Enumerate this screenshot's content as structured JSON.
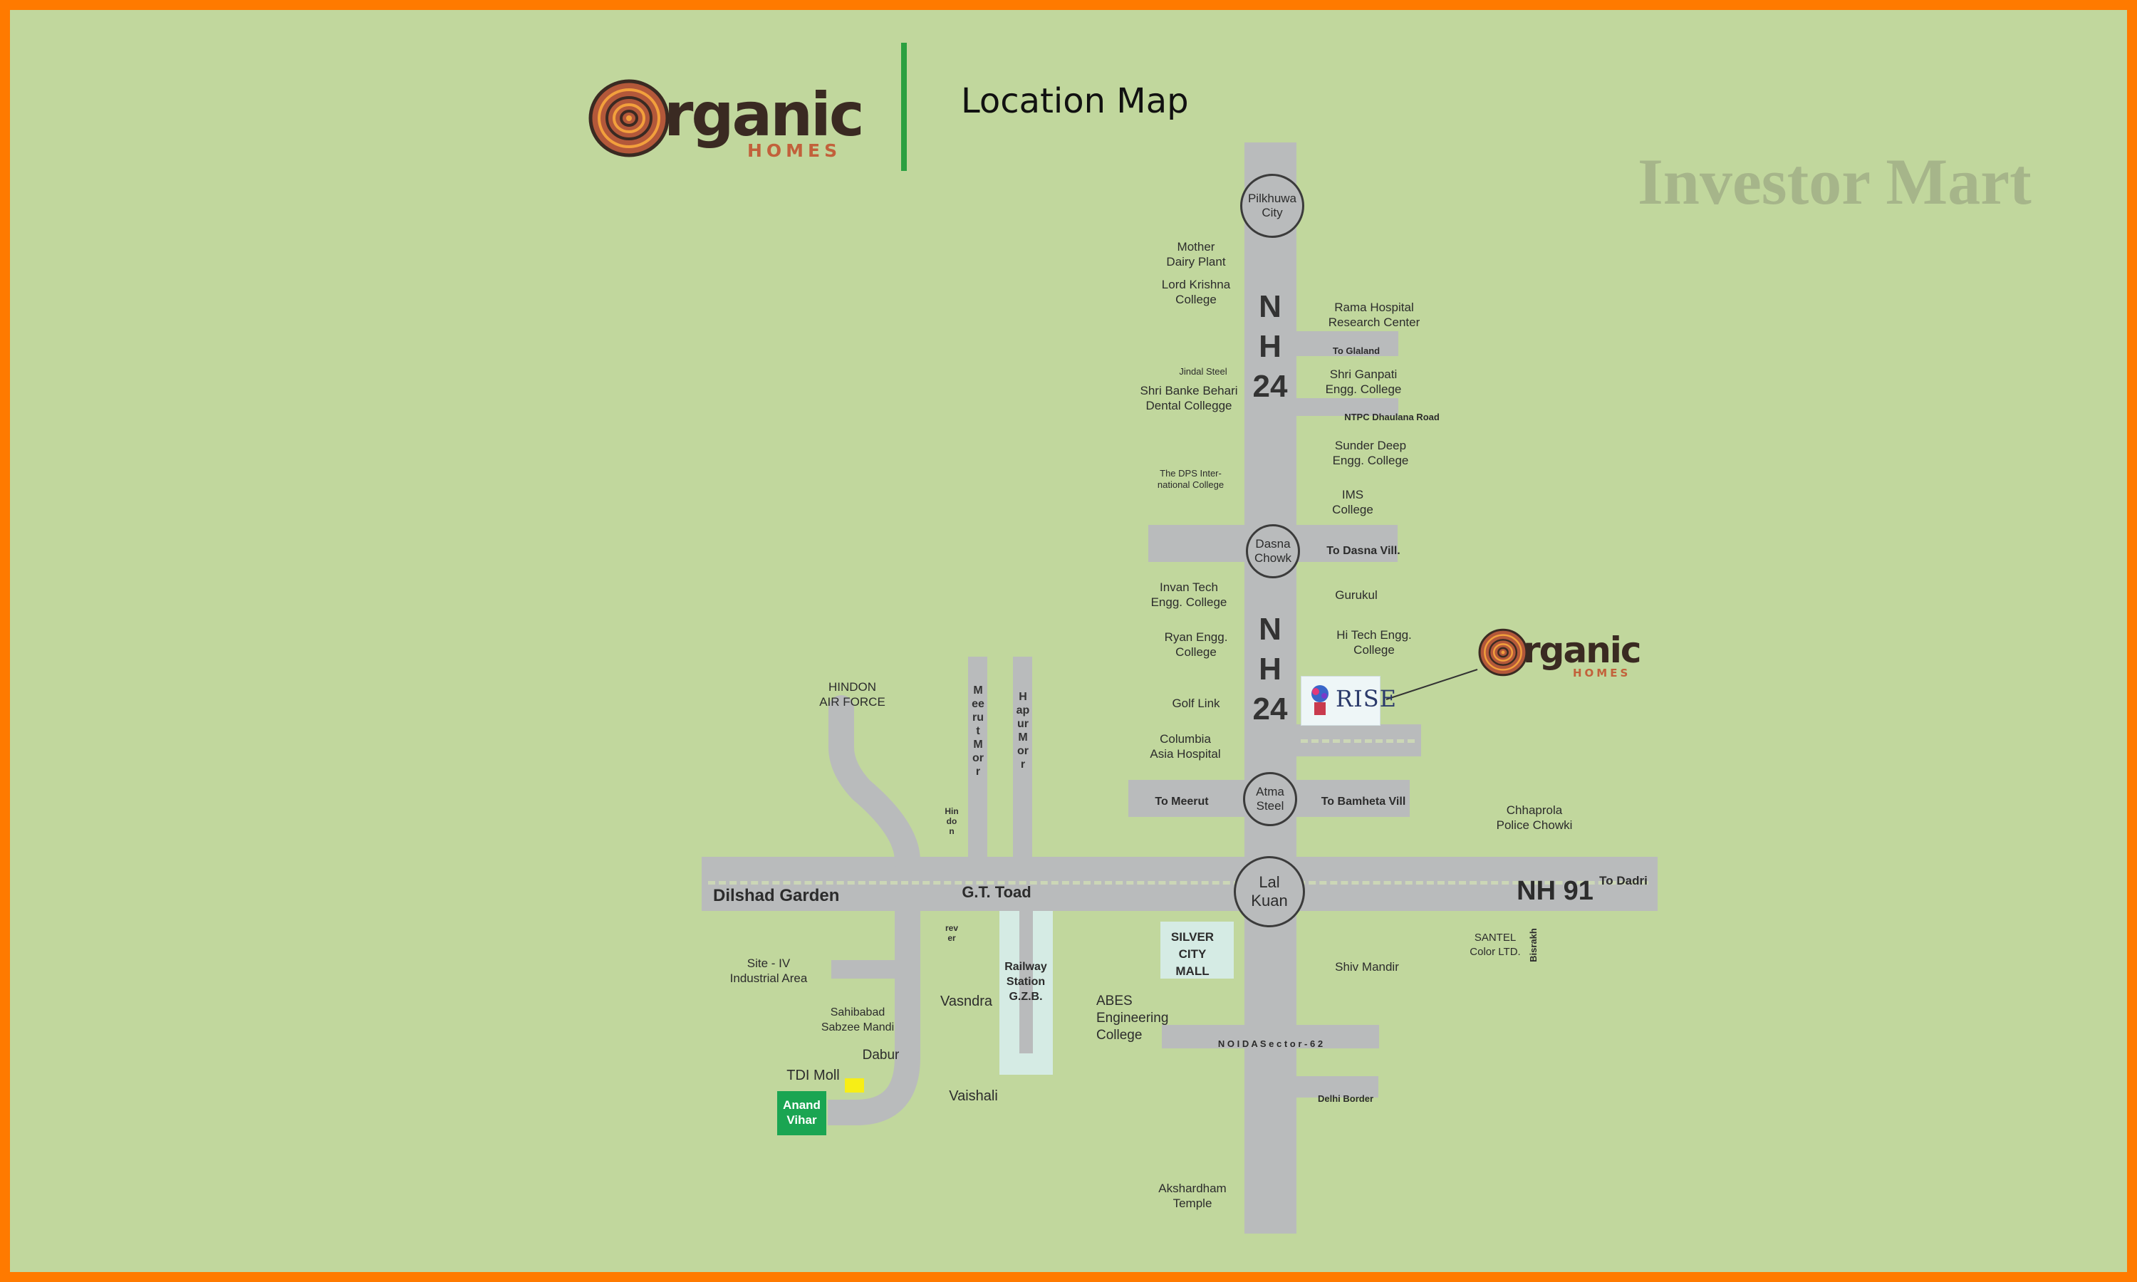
{
  "header": {
    "brand_main": "rganic",
    "brand_sub": "HOMES",
    "title": "Location Map",
    "watermark": "Investor Mart",
    "brand_color": "#9b4a2c",
    "divider_color": "#2aa040"
  },
  "project_tag": {
    "brand_main": "rganic",
    "brand_sub": "HOMES",
    "rise_logo_text": "RISE"
  },
  "highways": {
    "nh24_top": "N\nH\n24",
    "nh24_mid": "N\nH\n24",
    "nh91": "NH 91"
  },
  "roundabouts": {
    "pilkhuwa": "Pilkhuwa\nCity",
    "dasna": "Dasna\nChowk",
    "atma": "Atma\nSteel",
    "lalkuan": "Lal\nKuan"
  },
  "labels": {
    "mother_dairy": "Mother\nDairy Plant",
    "lord_krishna": "Lord Krishna\nCollege",
    "rama_hospital": "Rama Hospital\nResearch Center",
    "to_glaland": "To Glaland",
    "jindal": "Jindal Steel",
    "banke_behari": "Shri Banke Behari\nDental Collegge",
    "ganpati": "Shri Ganpati\nEngg. College",
    "ntpc": "NTPC Dhaulana Road",
    "sunder_deep": "Sunder Deep\nEngg. College",
    "dps": "The DPS Inter-\nnational College",
    "ims": "IMS\nCollege",
    "to_dasna": "To Dasna Vill.",
    "invan": "Invan Tech\nEngg. College",
    "gurukul": "Gurukul",
    "ryan": "Ryan Engg.\nCollege",
    "hitech": "Hi Tech Engg.\nCollege",
    "golf": "Golf Link",
    "columbia": "Columbia\nAsia Hospital",
    "to_meerut": "To Meerut",
    "to_bamheta": "To Bamheta Vill",
    "chhaprola": "Chhaprola\nPolice Chowki",
    "hindon_af": "HINDON\nAIR FORCE",
    "meerut_morr": "Meerut Morr",
    "hapur_morr": "Hapur Morr",
    "hindon_river": "Hindon",
    "river": "rever",
    "dilshad": "Dilshad Garden",
    "gt_road": "G.T. Toad",
    "to_dadri": "To Dadri",
    "silver_city": "SILVER\nCITY\nMALL",
    "santel": "SANTEL\nColor LTD.",
    "bisrakh": "Bisrakh",
    "shiv_mandir": "Shiv Mandir",
    "site_iv": "Site - IV\nIndustrial Area",
    "railway": "Railway\nStation\nG.Z.B.",
    "vasndra": "Vasndra",
    "abes": "ABES\nEngineering\nCollege",
    "sahibabad": "Sahibabad\nSabzee Mandi",
    "noida62": "N O I D A  S e c t o r  -  6 2",
    "dabur": "Dabur",
    "tdi": "TDI Moll",
    "anand_vihar": "Anand\nVihar",
    "vaishali": "Vaishali",
    "delhi_border": "Delhi Border",
    "akshardham": "Akshardham\nTemple"
  }
}
